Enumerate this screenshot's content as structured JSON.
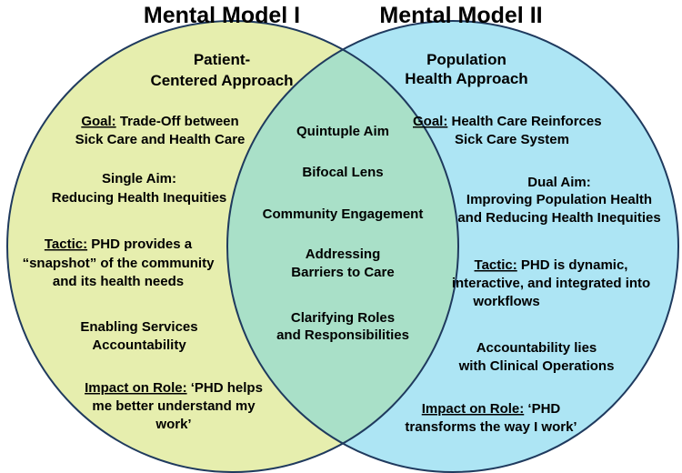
{
  "titles": {
    "left": "Mental Model I",
    "right": "Mental Model II"
  },
  "colors": {
    "left_fill": "#e6eeae",
    "right_fill": "#ade5f4",
    "overlap_fill": "#a9e0c8",
    "outline": "#1f3a5e"
  },
  "left": {
    "heading": [
      "Patient-",
      "Centered Approach"
    ],
    "goal": {
      "label": "Goal:",
      "text1": " Trade-Off between",
      "text2": "Sick Care and Health Care"
    },
    "aim": [
      "Single Aim:",
      "Reducing Health Inequities"
    ],
    "tactic": {
      "label": "Tactic:",
      "text1": " PHD provides a",
      "text2": "“snapshot” of the community",
      "text3": "and its health needs"
    },
    "services": [
      "Enabling Services",
      "Accountability"
    ],
    "impact": {
      "label": "Impact on Role:",
      "text1": " ‘PHD helps",
      "text2": "me better understand my",
      "text3": "work’"
    }
  },
  "overlap": {
    "quintuple": "Quintuple Aim",
    "bifocal": "Bifocal Lens",
    "community": "Community Engagement",
    "barriers": [
      "Addressing",
      "Barriers to Care"
    ],
    "roles": [
      "Clarifying Roles",
      "and Responsibilities"
    ]
  },
  "right": {
    "heading": [
      "Population",
      "Health Approach"
    ],
    "goal": {
      "label": "Goal:",
      "text1": " Health Care Reinforces",
      "text2": "Sick Care System"
    },
    "aim": [
      "Dual Aim:",
      "Improving Population Health",
      "and Reducing Health Inequities"
    ],
    "tactic": {
      "label": "Tactic:",
      "text1": " PHD is dynamic,",
      "text2": "interactive, and integrated into",
      "text3": "workflows"
    },
    "accountability": [
      "Accountability lies",
      "with Clinical Operations"
    ],
    "impact": {
      "label": "Impact on Role:",
      "text1": " ‘PHD",
      "text2": "transforms the way I work’"
    }
  }
}
